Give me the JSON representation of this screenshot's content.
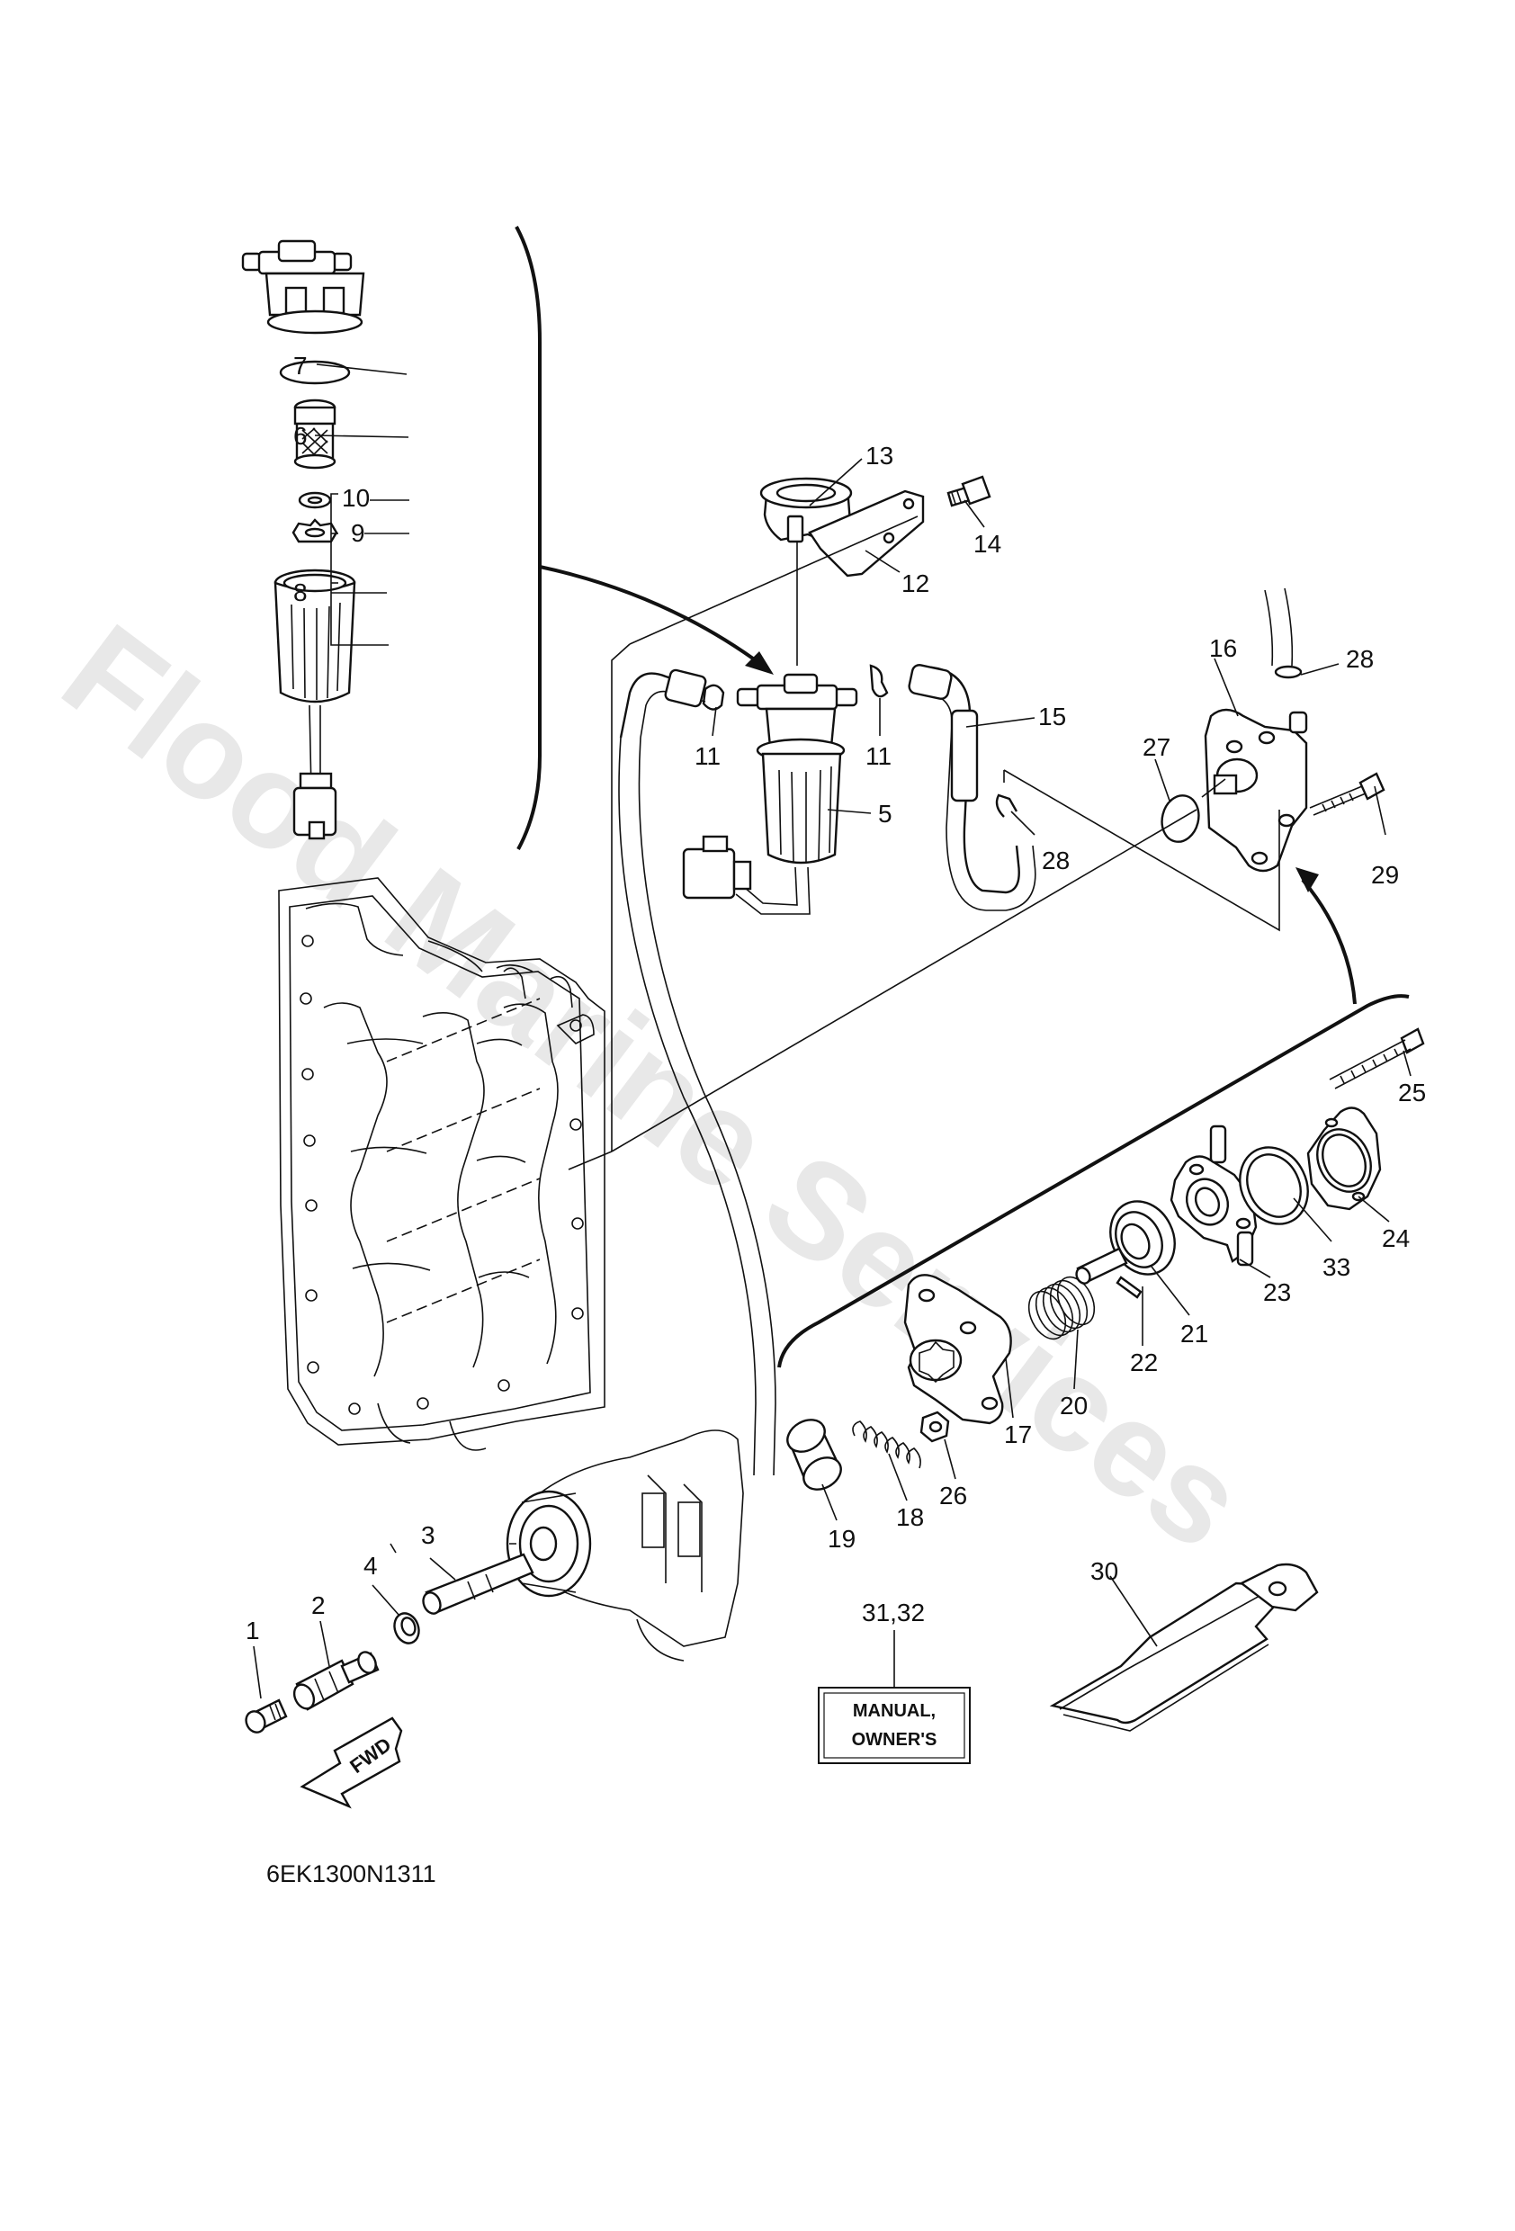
{
  "diagram": {
    "drawing_code": "6EK1300N1311",
    "watermark": "Flood Marine Services",
    "fwd_label": "FWD",
    "manual_tag": {
      "line1": "MANUAL,",
      "line2": "OWNER'S"
    },
    "callouts": {
      "c1": "1",
      "c2": "2",
      "c3": "3",
      "c4": "4",
      "c5": "5",
      "c6": "6",
      "c7": "7",
      "c8": "8",
      "c9": "9",
      "c10": "10",
      "c11a": "11",
      "c11b": "11",
      "c12": "12",
      "c13": "13",
      "c14": "14",
      "c15": "15",
      "c16": "16",
      "c17": "17",
      "c18": "18",
      "c19": "19",
      "c20": "20",
      "c21": "21",
      "c22": "22",
      "c23": "23",
      "c24": "24",
      "c25": "25",
      "c26": "26",
      "c27": "27",
      "c28a": "28",
      "c28b": "28",
      "c29": "29",
      "c30": "30",
      "c31_32": "31,32",
      "c33": "33"
    }
  }
}
